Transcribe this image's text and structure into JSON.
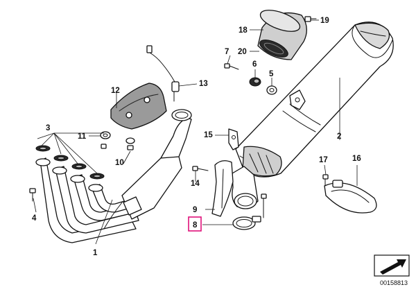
{
  "diagram": {
    "document_number": "00158813",
    "highlight_color": "#e0107a",
    "highlighted_callout": "8",
    "callouts": [
      {
        "id": "c1",
        "label": "1"
      },
      {
        "id": "c2",
        "label": "2"
      },
      {
        "id": "c3",
        "label": "3"
      },
      {
        "id": "c4",
        "label": "4"
      },
      {
        "id": "c5",
        "label": "5"
      },
      {
        "id": "c6",
        "label": "6"
      },
      {
        "id": "c7",
        "label": "7"
      },
      {
        "id": "c8",
        "label": "8"
      },
      {
        "id": "c9",
        "label": "9"
      },
      {
        "id": "c10",
        "label": "10"
      },
      {
        "id": "c11",
        "label": "11"
      },
      {
        "id": "c12",
        "label": "12"
      },
      {
        "id": "c13",
        "label": "13"
      },
      {
        "id": "c14",
        "label": "14"
      },
      {
        "id": "c15",
        "label": "15"
      },
      {
        "id": "c16",
        "label": "16"
      },
      {
        "id": "c17",
        "label": "17"
      },
      {
        "id": "c18",
        "label": "18"
      },
      {
        "id": "c19",
        "label": "19"
      },
      {
        "id": "c20",
        "label": "20"
      }
    ],
    "icons": [
      "arrow-box-icon"
    ]
  }
}
